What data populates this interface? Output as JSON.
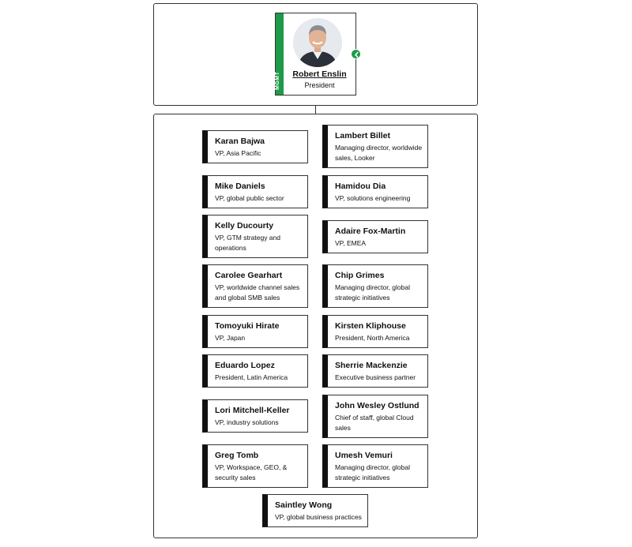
{
  "leader": {
    "name": "Robert Enslin",
    "title": "President",
    "tag": "MGMT"
  },
  "reports": [
    {
      "name": "Karan Bajwa",
      "title": "VP, Asia Pacific"
    },
    {
      "name": "Lambert Billet",
      "title": "Managing director, worldwide sales, Looker"
    },
    {
      "name": "Mike Daniels",
      "title": "VP, global public sector"
    },
    {
      "name": "Hamidou Dia",
      "title": "VP, solutions engineering"
    },
    {
      "name": "Kelly Ducourty",
      "title": "VP, GTM strategy and operations"
    },
    {
      "name": "Adaire Fox-Martin",
      "title": "VP, EMEA"
    },
    {
      "name": "Carolee Gearhart",
      "title": "VP, worldwide channel sales and global SMB sales"
    },
    {
      "name": "Chip Grimes",
      "title": "Managing director, global strategic initiatives"
    },
    {
      "name": "Tomoyuki Hirate",
      "title": "VP, Japan"
    },
    {
      "name": "Kirsten Kliphouse",
      "title": "President, North America"
    },
    {
      "name": "Eduardo Lopez",
      "title": "President, Latin America"
    },
    {
      "name": "Sherrie Mackenzie",
      "title": "Executive business partner"
    },
    {
      "name": "Lori Mitchell-Keller",
      "title": "VP, industry solutions"
    },
    {
      "name": "John Wesley Ostlund",
      "title": "Chief of staff, global Cloud sales"
    },
    {
      "name": "Greg Tomb",
      "title": "VP, Workspace, GEO, & security sales"
    },
    {
      "name": "Umesh Vemuri",
      "title": "Managing director, global strategic initiatives"
    },
    {
      "name": "Saintley Wong",
      "title": "VP, global business practices"
    }
  ],
  "colors": {
    "accent": "#1f9a4a",
    "card_bar": "#111111",
    "border": "#333333"
  },
  "icons": {
    "collapse": "chevron-left-icon",
    "avatar": "person-photo"
  }
}
